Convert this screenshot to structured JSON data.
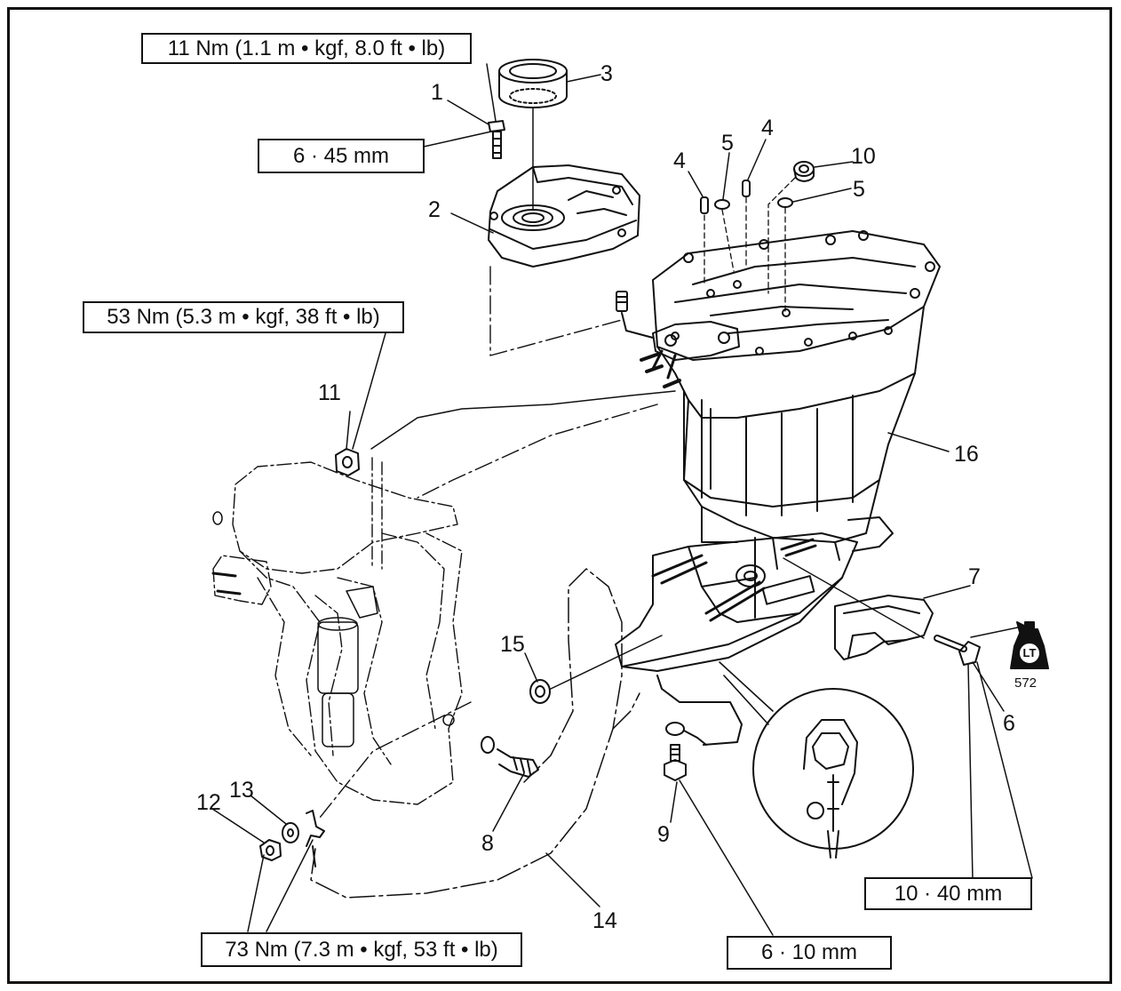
{
  "specs": {
    "torque_bolt1": "11 Nm (1.1 m • kgf, 8.0 ft • lb)",
    "size_bolt1": "6 · 45 mm",
    "torque_nut11": "53 Nm (5.3 m • kgf, 38 ft • lb)",
    "size_bolt6": "10 · 40 mm",
    "size_bolt9": "6 · 10 mm",
    "torque_nut12": "73 Nm (7.3 m • kgf, 53 ft • lb)"
  },
  "parts": {
    "p1": "1",
    "p2": "2",
    "p3": "3",
    "p4a": "4",
    "p4b": "4",
    "p5a": "5",
    "p5b": "5",
    "p6": "6",
    "p7": "7",
    "p8": "8",
    "p9": "9",
    "p10": "10",
    "p11": "11",
    "p12": "12",
    "p13": "13",
    "p14": "14",
    "p15": "15",
    "p16": "16"
  },
  "locktite": {
    "badge_text": "LT",
    "number": "572"
  },
  "colors": {
    "ink": "#111111",
    "background": "#ffffff"
  }
}
